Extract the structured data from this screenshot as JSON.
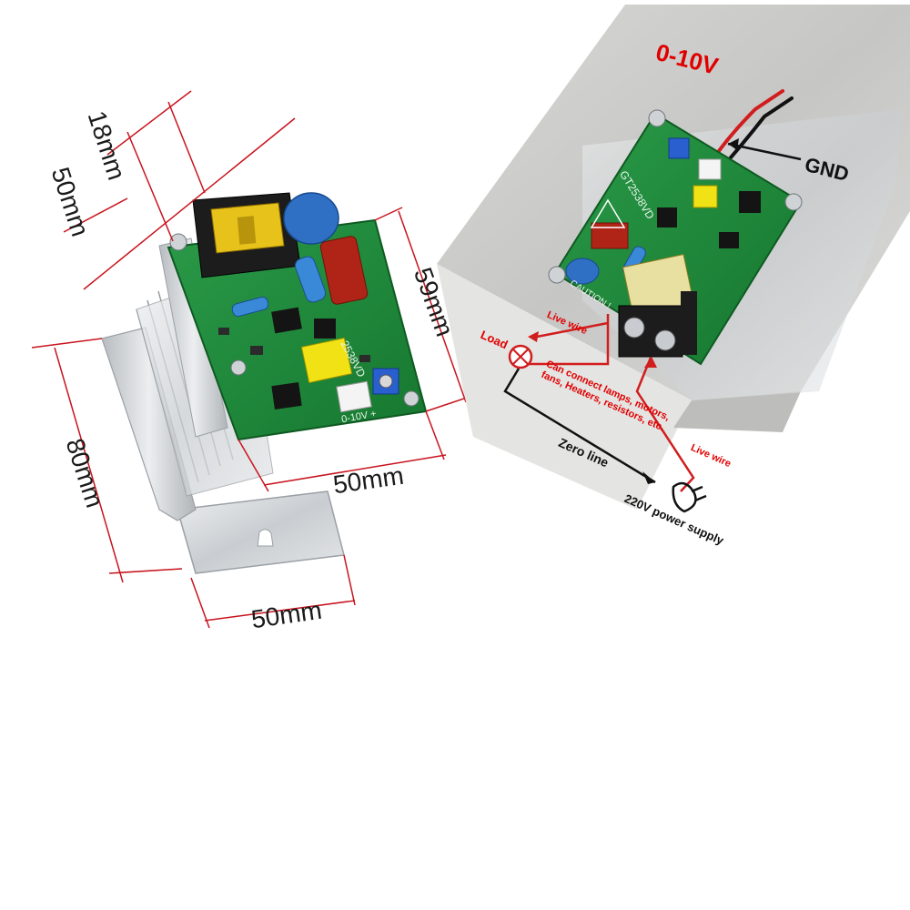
{
  "left_product": {
    "dimensions": {
      "depth_top": "18mm",
      "width_top": "50mm",
      "pcb_height": "59mm",
      "pcb_width": "50mm",
      "heatsink_height": "80mm",
      "heatsink_width": "50mm"
    },
    "silkscreen": {
      "model": "2538VD",
      "input": "0-10V +"
    }
  },
  "right_diagram": {
    "silkscreen": {
      "model": "GT2538VD",
      "caution": "CAUTION !"
    },
    "labels": {
      "control_voltage": "0-10V",
      "ground": "GND",
      "load": "Load",
      "live_wire_top": "Live wire",
      "live_wire_bottom": "Live wire",
      "zero_line": "Zero line",
      "power_supply": "220V power supply",
      "load_examples": "Can connect lamps, motors, fans, Heaters, resistors, etc."
    }
  },
  "colors": {
    "pcb_green": "#1f8a3c",
    "dimension_line": "#c8141e",
    "annotation_red": "#e10000",
    "heatsink_silver": "#d6d9dc"
  }
}
